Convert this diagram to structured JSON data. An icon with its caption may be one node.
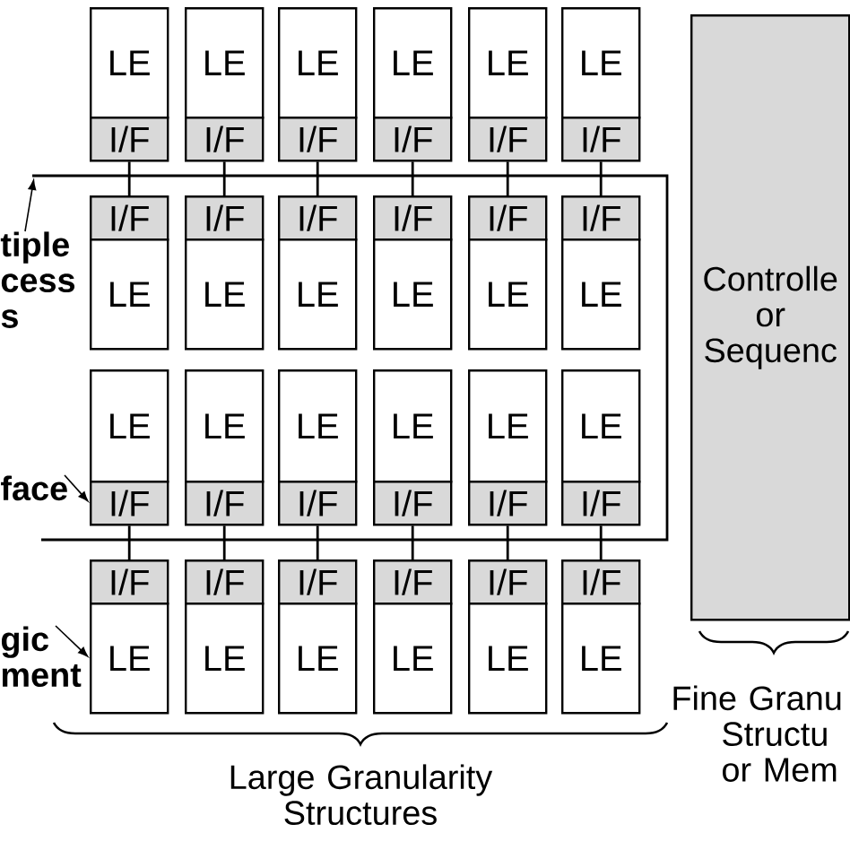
{
  "diagram": {
    "nodes": [
      {
        "text": [
          "LE"
        ]
      },
      {
        "text": [
          "LE"
        ]
      },
      {
        "text": [
          "LE"
        ]
      },
      {
        "text": [
          "LE"
        ]
      },
      {
        "text": [
          "LE"
        ]
      },
      {
        "text": [
          "LE"
        ]
      },
      {
        "text": [
          "I/F"
        ]
      },
      {
        "text": [
          "I/F"
        ]
      },
      {
        "text": [
          "I/F"
        ]
      },
      {
        "text": [
          "I/F"
        ]
      },
      {
        "text": [
          "I/F"
        ]
      },
      {
        "text": [
          "I/F"
        ]
      },
      {
        "text": [
          "I/F"
        ]
      },
      {
        "text": [
          "I/F"
        ]
      },
      {
        "text": [
          "I/F"
        ]
      },
      {
        "text": [
          "I/F"
        ]
      },
      {
        "text": [
          "I/F"
        ]
      },
      {
        "text": [
          "I/F"
        ]
      },
      {
        "text": [
          "LE"
        ]
      },
      {
        "text": [
          "LE"
        ]
      },
      {
        "text": [
          "LE"
        ]
      },
      {
        "text": [
          "LE"
        ]
      },
      {
        "text": [
          "LE"
        ]
      },
      {
        "text": [
          "LE"
        ]
      },
      {
        "text": [
          "LE"
        ]
      },
      {
        "text": [
          "LE"
        ]
      },
      {
        "text": [
          "LE"
        ]
      },
      {
        "text": [
          "LE"
        ]
      },
      {
        "text": [
          "LE"
        ]
      },
      {
        "text": [
          "LE"
        ]
      },
      {
        "text": [
          "I/F"
        ]
      },
      {
        "text": [
          "I/F"
        ]
      },
      {
        "text": [
          "I/F"
        ]
      },
      {
        "text": [
          "I/F"
        ]
      },
      {
        "text": [
          "I/F"
        ]
      },
      {
        "text": [
          "I/F"
        ]
      },
      {
        "text": [
          "I/F"
        ]
      },
      {
        "text": [
          "I/F"
        ]
      },
      {
        "text": [
          "I/F"
        ]
      },
      {
        "text": [
          "I/F"
        ]
      },
      {
        "text": [
          "I/F"
        ]
      },
      {
        "text": [
          "I/F"
        ]
      },
      {
        "text": [
          "LE"
        ]
      },
      {
        "text": [
          "LE"
        ]
      },
      {
        "text": [
          "LE"
        ]
      },
      {
        "text": [
          "LE"
        ]
      },
      {
        "text": [
          "LE"
        ]
      },
      {
        "text": [
          "LE"
        ]
      },
      {
        "text": [
          "Controlle or Sequenc"
        ]
      },
      {
        "text": [
          "tiple cess s"
        ]
      },
      {
        "text": [
          "face"
        ]
      },
      {
        "text": [
          "gic ment"
        ]
      }
    ],
    "edges": [
      {
        "from": 6,
        "to": 12,
        "arrow": "none"
      },
      {
        "from": 7,
        "to": 13,
        "arrow": "none"
      },
      {
        "from": 8,
        "to": 14,
        "arrow": "none"
      },
      {
        "from": 9,
        "to": 15,
        "arrow": "none"
      },
      {
        "from": 10,
        "to": 16,
        "arrow": "none"
      },
      {
        "from": 11,
        "to": 17,
        "arrow": "none"
      },
      {
        "from": 30,
        "to": 36,
        "arrow": "none"
      },
      {
        "from": 31,
        "to": 37,
        "arrow": "none"
      },
      {
        "from": 32,
        "to": 38,
        "arrow": "none"
      },
      {
        "from": 33,
        "to": 39,
        "arrow": "none"
      },
      {
        "from": 34,
        "to": 40,
        "arrow": "none"
      },
      {
        "from": 35,
        "to": 41,
        "arrow": "none"
      },
      {
        "from": 49,
        "to": null,
        "arrow": "to"
      },
      {
        "from": 50,
        "to": 30,
        "arrow": "to"
      },
      {
        "from": 51,
        "to": 42,
        "arrow": "to"
      }
    ],
    "labels": [
      "Large Granularity Structures",
      "Fine Granu Structu or Mem"
    ]
  }
}
